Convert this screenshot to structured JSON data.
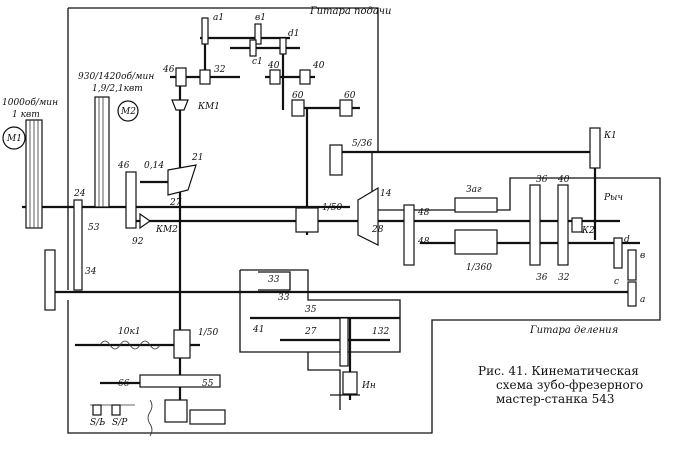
{
  "caption": {
    "line1": "Рис. 41. Кинематическая",
    "line2": "схема зубо-фрезерного",
    "line3": "мастер-станка 543"
  },
  "guitars": {
    "feed": "Гитара подачи",
    "division": "Гитара деления"
  },
  "motors": {
    "m1_speed": "1000об/мин",
    "m1_power": "1 квт",
    "m1_label": "М1",
    "m2_speed": "930/1420об/мин",
    "m2_power": "1,9/2,1квт",
    "m2_label": "М2"
  },
  "gears": {
    "a1": "а1",
    "b1": "в1",
    "c1": "с1",
    "d1": "d1",
    "g46_top": "46",
    "g32_top": "32",
    "g40_l": "40",
    "g40_r": "40",
    "g60_l": "60",
    "g60_r": "60",
    "g46_mid": "46",
    "g014": "0,14",
    "g21": "21",
    "g27": "27",
    "g92": "92",
    "g24": "24",
    "g53": "53",
    "g34": "34",
    "g1_50_a": "1/50",
    "g14": "14",
    "g28": "28",
    "g48_a": "48",
    "g48_b": "48",
    "g1_360": "1/360",
    "g36_a": "36",
    "g40_c": "40",
    "g36_b": "36",
    "g32_b": "32",
    "ga": "а",
    "gb": "в",
    "gc": "с",
    "gd": "d",
    "g33_a": "33",
    "g33_b": "33",
    "g35": "35",
    "g41": "41",
    "g27_b": "27",
    "g132": "132",
    "g10k1": "10к1",
    "g1_50_b": "1/50",
    "g66": "66",
    "g55": "55",
    "g5_36": "5/36",
    "g3ag": "Заг"
  },
  "clutches": {
    "km1": "КМ1",
    "km2": "КМ2",
    "k1": "К1",
    "k2": "К2",
    "rych": "Рыч",
    "in": "Ин"
  },
  "bottom": {
    "s1": "S/Ь",
    "s2": "S/P"
  }
}
